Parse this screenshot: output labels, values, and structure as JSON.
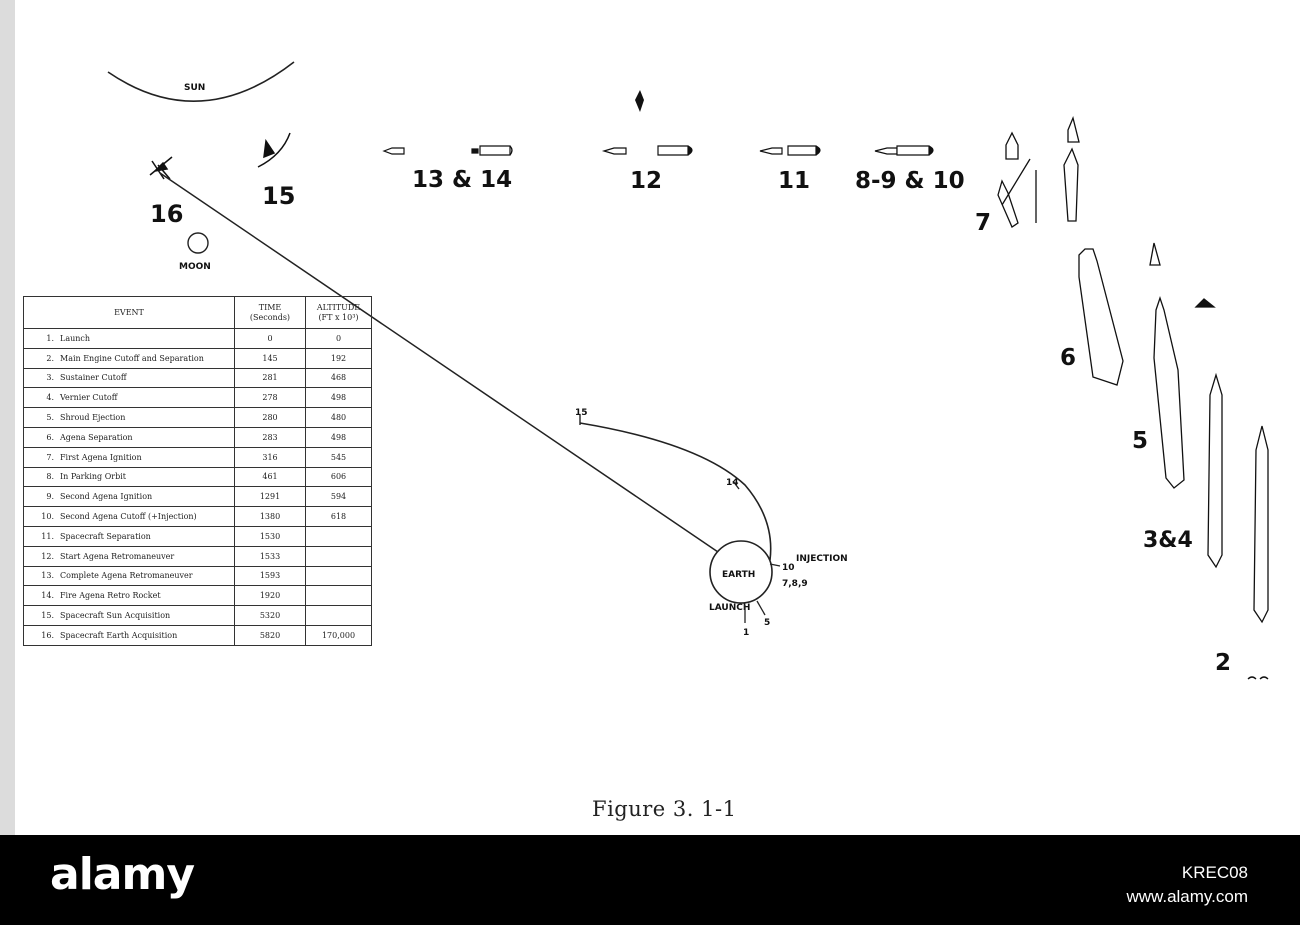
{
  "diagram": {
    "labels": {
      "sun": "SUN",
      "moon": "MOON",
      "earth": "EARTH",
      "injection": "INJECTION",
      "launch": "LAUNCH",
      "stage_16": "16",
      "stage_15": "15",
      "stage_13_14": "13 & 14",
      "stage_12": "12",
      "stage_11": "11",
      "stage_8_9_10": "8-9 & 10",
      "stage_7": "7",
      "stage_6": "6",
      "stage_5": "5",
      "stage_3_4": "3&4",
      "stage_2": "2",
      "traj_15": "15",
      "traj_14": "14",
      "traj_10": "10",
      "traj_789": "7,8,9",
      "traj_5": "5",
      "traj_1": "1"
    }
  },
  "table": {
    "headers": {
      "event": "EVENT",
      "time_line1": "TIME",
      "time_line2": "(Seconds)",
      "altitude_line1": "ALTITUDE",
      "altitude_line2": "(FT x 10³)"
    },
    "rows": [
      {
        "num": "1.",
        "event": "Launch",
        "time": "0",
        "altitude": "0"
      },
      {
        "num": "2.",
        "event": "Main Engine Cutoff and Separation",
        "time": "145",
        "altitude": "192"
      },
      {
        "num": "3.",
        "event": "Sustainer Cutoff",
        "time": "281",
        "altitude": "468"
      },
      {
        "num": "4.",
        "event": "Vernier Cutoff",
        "time": "278",
        "altitude": "498"
      },
      {
        "num": "5.",
        "event": "Shroud Ejection",
        "time": "280",
        "altitude": "480"
      },
      {
        "num": "6.",
        "event": "Agena Separation",
        "time": "283",
        "altitude": "498"
      },
      {
        "num": "7.",
        "event": "First Agena Ignition",
        "time": "316",
        "altitude": "545"
      },
      {
        "num": "8.",
        "event": "In Parking Orbit",
        "time": "461",
        "altitude": "606"
      },
      {
        "num": "9.",
        "event": "Second Agena Ignition",
        "time": "1291",
        "altitude": "594"
      },
      {
        "num": "10.",
        "event": "Second Agena Cutoff (+Injection)",
        "time": "1380",
        "altitude": "618"
      },
      {
        "num": "11.",
        "event": "Spacecraft Separation",
        "time": "1530",
        "altitude": ""
      },
      {
        "num": "12.",
        "event": "Start Agena Retromaneuver",
        "time": "1533",
        "altitude": ""
      },
      {
        "num": "13.",
        "event": "Complete Agena Retromaneuver",
        "time": "1593",
        "altitude": ""
      },
      {
        "num": "14.",
        "event": "Fire Agena Retro Rocket",
        "time": "1920",
        "altitude": ""
      },
      {
        "num": "15.",
        "event": "Spacecraft Sun Acquisition",
        "time": "5320",
        "altitude": ""
      },
      {
        "num": "16.",
        "event": "Spacecraft Earth Acquisition",
        "time": "5820",
        "altitude": "170,000"
      }
    ]
  },
  "caption": "Figure 3. 1-1",
  "watermark": {
    "brand": "alamy",
    "image_code": "KREC08",
    "site": "www.alamy.com"
  }
}
